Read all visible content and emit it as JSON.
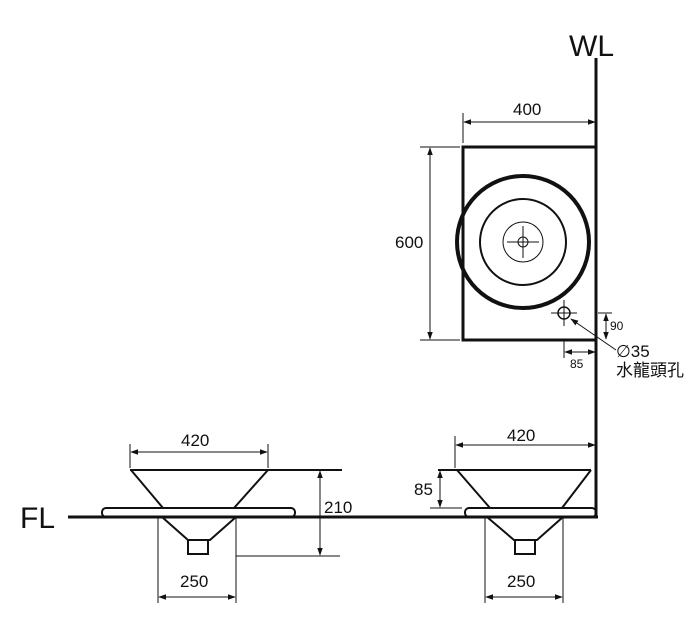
{
  "labels": {
    "wall": "WL",
    "floor": "FL"
  },
  "dimensions": {
    "top_width": "400",
    "top_height": "600",
    "faucet_offset_v": "90",
    "faucet_offset_h": "85",
    "hole_diameter": "∅35",
    "hole_name": "水龍頭孔",
    "left_bowl_width": "420",
    "left_height": "210",
    "left_base_width": "250",
    "right_bowl_width": "420",
    "right_bowl_depth": "85",
    "right_base_width": "250"
  }
}
